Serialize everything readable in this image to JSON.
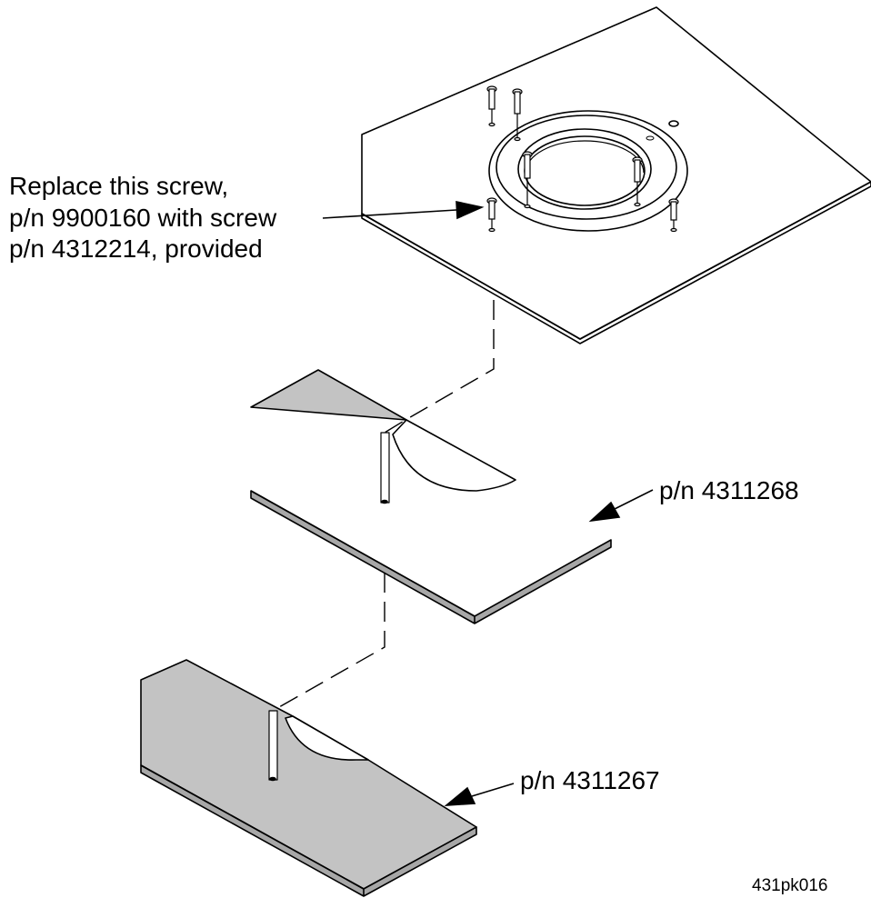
{
  "labels": {
    "screw_note_line1": "Replace this screw,",
    "screw_note_line2": "p/n 9900160 with screw",
    "screw_note_line3": "p/n 4312214, provided",
    "upper_shim_label": "p/n 4311268",
    "lower_shim_label": "p/n 4311267",
    "figure_id": "431pk016"
  },
  "colors": {
    "line": "#000000",
    "plate_fill": "#ffffff",
    "shim_fill": "#c3c3c3",
    "shim_edge": "#a7a7a7"
  }
}
